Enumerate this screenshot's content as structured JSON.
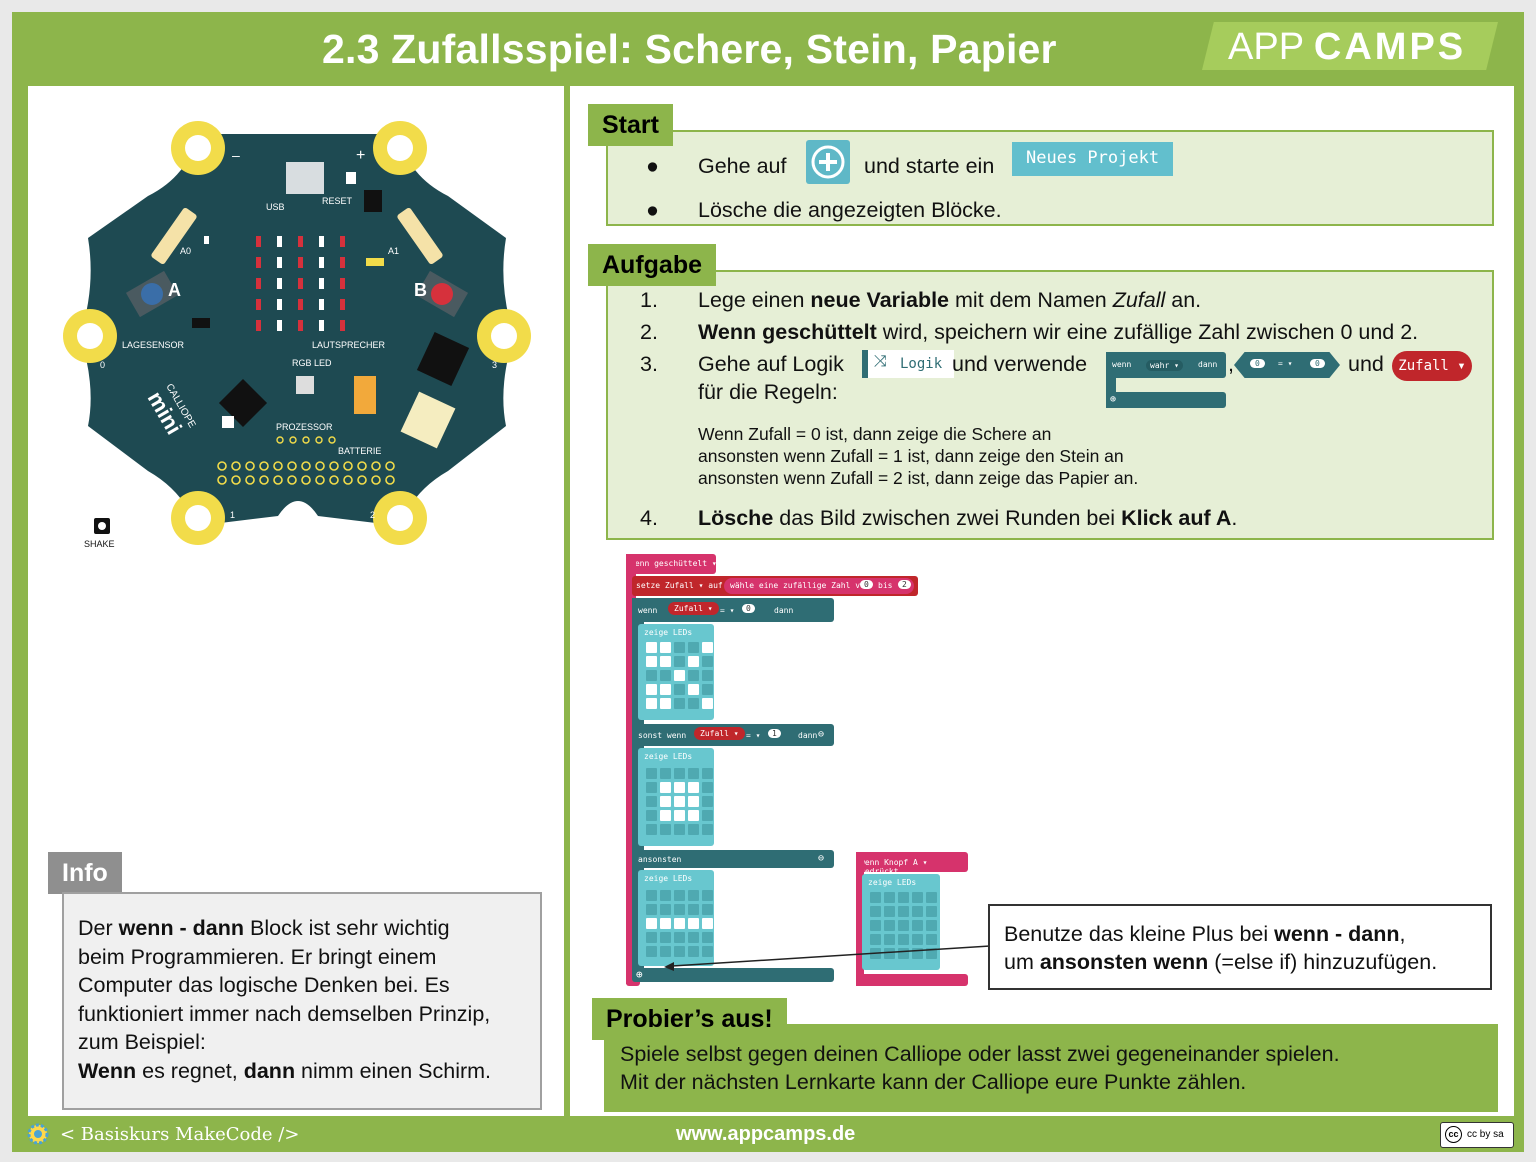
{
  "header": {
    "title": "2.3 Zufallsspiel:  Schere, Stein, Papier",
    "logo_light": "APP",
    "logo_bold": "CAMPS"
  },
  "board": {
    "labels": {
      "minus": "–",
      "plus": "+",
      "usb": "USB",
      "reset": "RESET",
      "a0": "A0",
      "a1": "A1",
      "button_a": "A",
      "button_b": "B",
      "lagesensor": "LAGESENSOR",
      "lautsprecher": "LAUTSPRECHER",
      "rgb_led": "RGB LED",
      "prozessor": "PROZESSOR",
      "batterie": "BATTERIE",
      "pin0": "0",
      "pin1": "1",
      "pin2": "2",
      "pin3": "3",
      "brand1": "CALLIOPE",
      "brand2": "mini",
      "shake": "SHAKE"
    },
    "colors": {
      "board": "#1e4a52",
      "pad": "#f2dc4a",
      "led": "#d6313c"
    }
  },
  "info": {
    "tab": "Info",
    "lines": [
      [
        {
          "t": "Der "
        },
        {
          "b": "wenn - dann"
        },
        {
          "t": " Block ist sehr wichtig"
        }
      ],
      [
        {
          "t": "beim Programmieren. Er bringt einem"
        }
      ],
      [
        {
          "t": "Computer das logische Denken bei. Es"
        }
      ],
      [
        {
          "t": "funktioniert immer nach demselben Prinzip,"
        }
      ],
      [
        {
          "t": "zum Beispiel:"
        }
      ],
      [
        {
          "b": "Wenn"
        },
        {
          "t": " es regnet, "
        },
        {
          "b": "dann"
        },
        {
          "t": " nimm einen Schirm."
        }
      ]
    ]
  },
  "start": {
    "tab": "Start",
    "bullet": "●",
    "item1_a": "Gehe auf",
    "item1_b": "und starte ein",
    "button_new": "Neues Projekt",
    "item2": "Lösche die angezeigten Blöcke."
  },
  "aufgabe": {
    "tab": "Aufgabe",
    "n1": "1.",
    "n2": "2.",
    "n3": "3.",
    "n4": "4.",
    "item1": [
      {
        "t": "Lege einen "
      },
      {
        "b": "neue Variable"
      },
      {
        "t": " mit dem Namen "
      },
      {
        "i": "Zufall"
      },
      {
        "t": " an."
      }
    ],
    "item2": [
      {
        "b": "Wenn geschüttelt"
      },
      {
        "t": " wird, speichern wir eine zufällige Zahl zwischen 0 und 2."
      }
    ],
    "item3_a": "Gehe auf Logik",
    "logik_chip": "Logik",
    "item3_b": "und verwende",
    "item3_comma": ",",
    "item3_und": "und",
    "item3_c": "für die Regeln:",
    "chip_wenn": "wenn",
    "chip_wahr": "wahr ▾",
    "chip_dann": "dann",
    "chip_zero_a": "0",
    "chip_eq": "= ▾",
    "chip_zero_b": "0",
    "chip_zufall": "Zufall ▾",
    "rule1": "Wenn Zufall = 0 ist, dann zeige die Schere an",
    "rule2": "ansonsten wenn Zufall = 1 ist, dann zeige den Stein an",
    "rule3": "ansonsten wenn Zufall = 2 ist, dann zeige das Papier an.",
    "item4": [
      {
        "b": "Lösche"
      },
      {
        "t": " das Bild zwischen zwei Runden bei "
      },
      {
        "b": "Klick auf A"
      },
      {
        "t": "."
      }
    ]
  },
  "code": {
    "wenn_geschuettelt": "wenn geschüttelt ▾",
    "setze": "setze  Zufall ▾  auf",
    "waehle": "wähle eine zufällige Zahl von",
    "von": "0",
    "bis_label": "bis",
    "bis": "2",
    "wenn": "wenn",
    "zufall": "Zufall ▾",
    "eq": "= ▾",
    "v0": "0",
    "dann": "dann",
    "zeige_leds": "zeige LEDs",
    "sonst_wenn": "sonst wenn",
    "v1": "1",
    "ansonsten": "ansonsten",
    "knopf": "wenn Knopf  A ▾  gedrückt",
    "leds_schere": [
      1,
      1,
      0,
      0,
      1,
      1,
      1,
      0,
      1,
      0,
      0,
      0,
      1,
      0,
      0,
      1,
      1,
      0,
      1,
      0,
      1,
      1,
      0,
      0,
      1
    ],
    "leds_stein": [
      0,
      0,
      0,
      0,
      0,
      0,
      1,
      1,
      1,
      0,
      0,
      1,
      1,
      1,
      0,
      0,
      1,
      1,
      1,
      0,
      0,
      0,
      0,
      0,
      0
    ],
    "leds_papier": [
      0,
      0,
      0,
      0,
      0,
      0,
      0,
      0,
      0,
      0,
      1,
      1,
      1,
      1,
      1,
      0,
      0,
      0,
      0,
      0,
      0,
      0,
      0,
      0,
      0
    ],
    "leds_clear": [
      0,
      0,
      0,
      0,
      0,
      0,
      0,
      0,
      0,
      0,
      0,
      0,
      0,
      0,
      0,
      0,
      0,
      0,
      0,
      0,
      0,
      0,
      0,
      0,
      0
    ]
  },
  "callout": {
    "line1": [
      {
        "t": "Benutze das kleine Plus bei "
      },
      {
        "b": "wenn - dann"
      },
      {
        "t": ","
      }
    ],
    "line2": [
      {
        "t": "um "
      },
      {
        "b": "ansonsten wenn"
      },
      {
        "t": " (=else if) hinzuzufügen."
      }
    ]
  },
  "probier": {
    "tab": "Probier’s aus!",
    "line1": "Spiele selbst gegen deinen Calliope oder lasst zwei gegeneinander spielen.",
    "line2": "Mit der nächsten Lernkarte kann der Calliope eure Punkte zählen."
  },
  "footer": {
    "left": "< Basiskurs MakeCode />",
    "mid": "www.appcamps.de",
    "license": "cc by sa"
  }
}
